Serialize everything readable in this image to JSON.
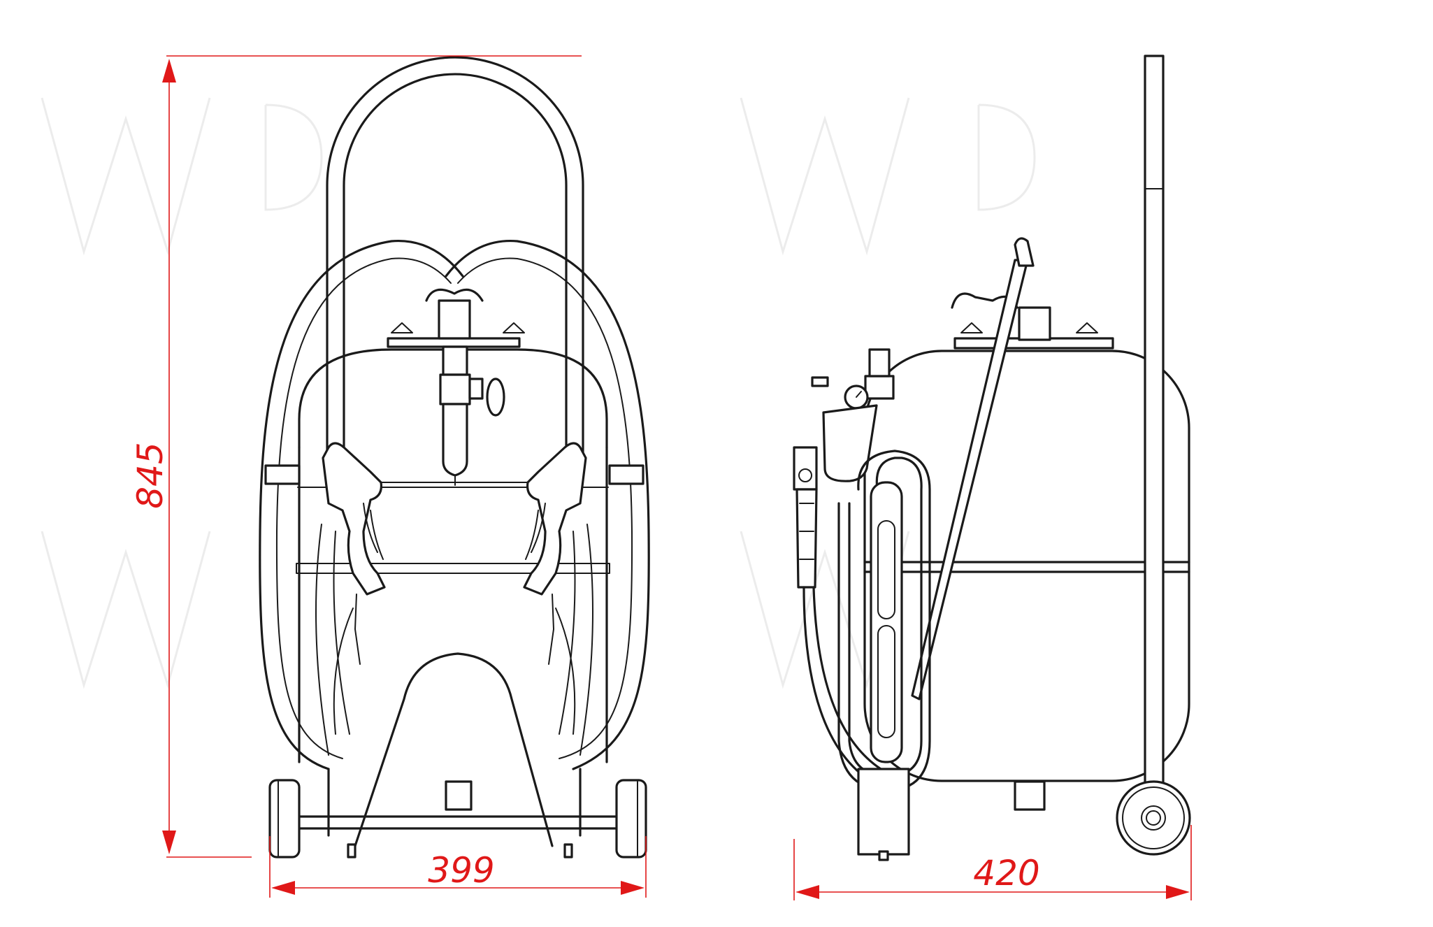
{
  "dimensions": {
    "height": "845",
    "front_width": "399",
    "side_width": "420"
  },
  "colors": {
    "dimension": "#e01818",
    "line": "#1a1a1a",
    "background": "#ffffff"
  }
}
